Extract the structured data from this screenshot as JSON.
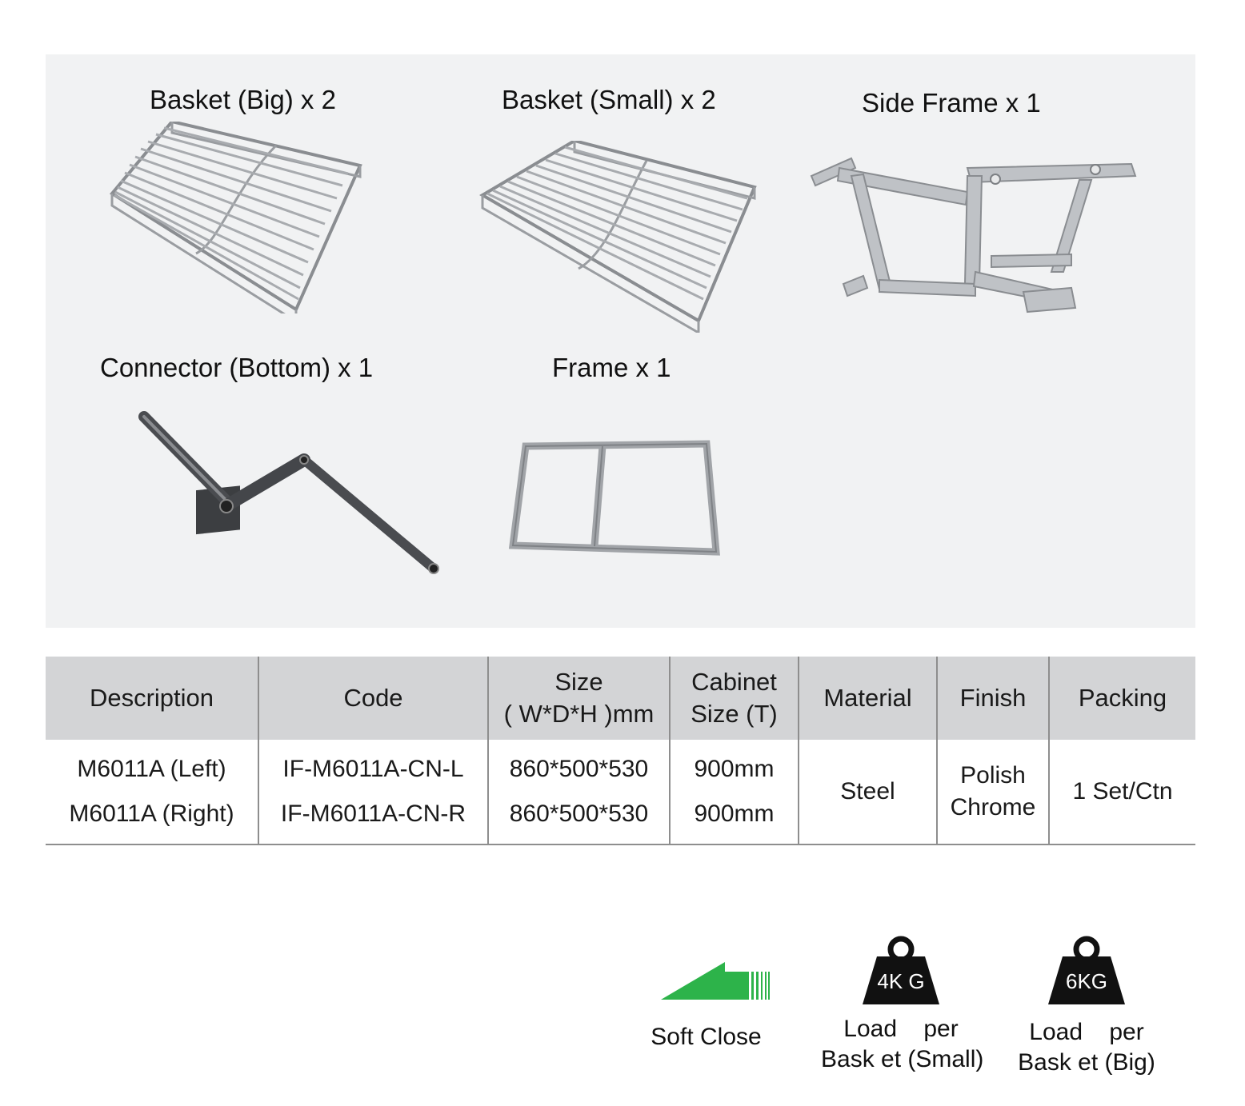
{
  "parts": [
    {
      "label": "Basket (Big) x 2",
      "icon": "wire-basket-big-image"
    },
    {
      "label": "Basket (Small) x 2",
      "icon": "wire-basket-small-image"
    },
    {
      "label": "Side Frame x 1",
      "icon": "side-frame-image"
    },
    {
      "label": "Connector (Bottom) x 1",
      "icon": "connector-bottom-image"
    },
    {
      "label": "Frame x 1",
      "icon": "frame-image"
    }
  ],
  "table": {
    "headers": {
      "description": "Description",
      "code": "Code",
      "size_line1": "Size",
      "size_line2": "( W*D*H )mm",
      "cabinet_line1": "Cabinet",
      "cabinet_line2": "Size (T)",
      "material": "Material",
      "finish": "Finish",
      "packing": "Packing"
    },
    "rows": [
      {
        "description": "M6011A (Left)",
        "code": "IF-M6011A-CN-L",
        "size": "860*500*530",
        "cabinet": "900mm"
      },
      {
        "description": "M6011A (Right)",
        "code": "IF-M6011A-CN-R",
        "size": "860*500*530",
        "cabinet": "900mm"
      }
    ],
    "material": "Steel",
    "finish_line1": "Polish",
    "finish_line2": "Chrome",
    "packing": "1 Set/Ctn"
  },
  "features": {
    "soft_close": {
      "label": "Soft Close",
      "icon": "soft-close-arrow-icon",
      "color": "#2db34a"
    },
    "load_small": {
      "weight": "4K G",
      "line1": "Load    per",
      "line2": "Bask et (Small)",
      "icon": "weight-icon"
    },
    "load_big": {
      "weight": "6KG",
      "line1": "Load    per",
      "line2": "Bask et (Big)",
      "icon": "weight-icon"
    }
  }
}
